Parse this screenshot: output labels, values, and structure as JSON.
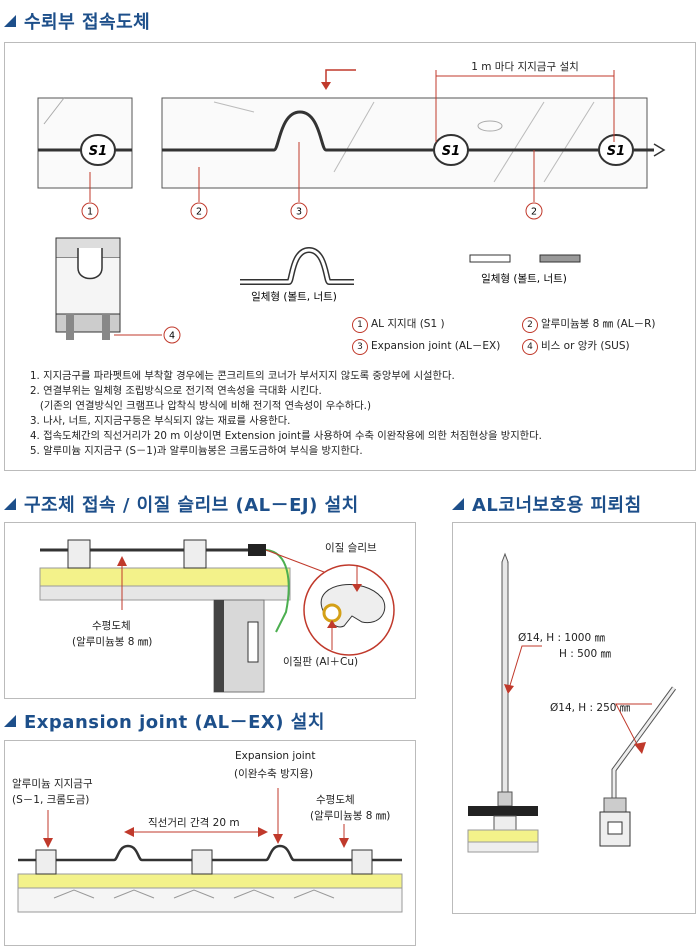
{
  "section1": {
    "title": "수뢰부 접속도체",
    "dim_label": "1 m 마다 지지금구 설치",
    "callout_numbers": [
      "1",
      "2",
      "3",
      "2",
      "4"
    ],
    "caption_left": "일체형 (볼트, 너트)",
    "caption_right": "일체형 (볼트, 너트)",
    "logo_text": "S1",
    "legend": [
      {
        "num": "1",
        "text": "AL 지지대 (S1 )"
      },
      {
        "num": "2",
        "text": "알루미늄봉 8 ㎜ (AL－R)"
      },
      {
        "num": "3",
        "text": "Expansion joint (AL－EX)"
      },
      {
        "num": "4",
        "text": "비스 or 앙카 (SUS)"
      }
    ],
    "notes": [
      "1. 지지금구를 파라펫트에 부착할 경우에는 콘크리트의 코너가 부서지지 않도록 중앙부에 시설한다.",
      "2. 연결부위는 일체형 조립방식으로 전기적 연속성을 극대화 시킨다.",
      "   (기존의 연결방식인 크램프나 압착식 방식에 비해 전기적 연속성이 우수하다.)",
      "3. 나사, 너트, 지지금구등은 부식되지 않는 재료를 사용한다.",
      "4. 접속도체간의 직선거리가 20 m 이상이면 Extension joint를 사용하여 수축 이완작용에 의한 처짐현상을 방지한다.",
      "5. 알루미늄 지지금구 (S－1)과 알루미늄봉은 크롬도금하여 부식을 방지한다."
    ]
  },
  "section2": {
    "title": "구조체 접속 / 이질 슬리브 (AL－EJ) 설치",
    "label_sleeve": "이질 슬리브",
    "label_conductor_1": "수평도체",
    "label_conductor_2": "(알루미늄봉 8 ㎜)",
    "label_plate": "이질판 (Al＋Cu)"
  },
  "section3": {
    "title": "Expansion joint (AL－EX) 설치",
    "label_support_1": "알루미늄 지지금구",
    "label_support_2": "(S－1, 크롬도금)",
    "label_dist": "직선거리 간격 20 m",
    "label_ej_1": "Expansion joint",
    "label_ej_2": "(이완수축 방지용)",
    "label_cond_1": "수평도체",
    "label_cond_2": "(알루미늄봉 8 ㎜)"
  },
  "section4": {
    "title": "AL코너보호용 피뢰침",
    "label_big_1": "Ø14,  H : 1000 ㎜",
    "label_big_2": "H : 500 ㎜",
    "label_small": "Ø14,  H : 250 ㎜"
  }
}
